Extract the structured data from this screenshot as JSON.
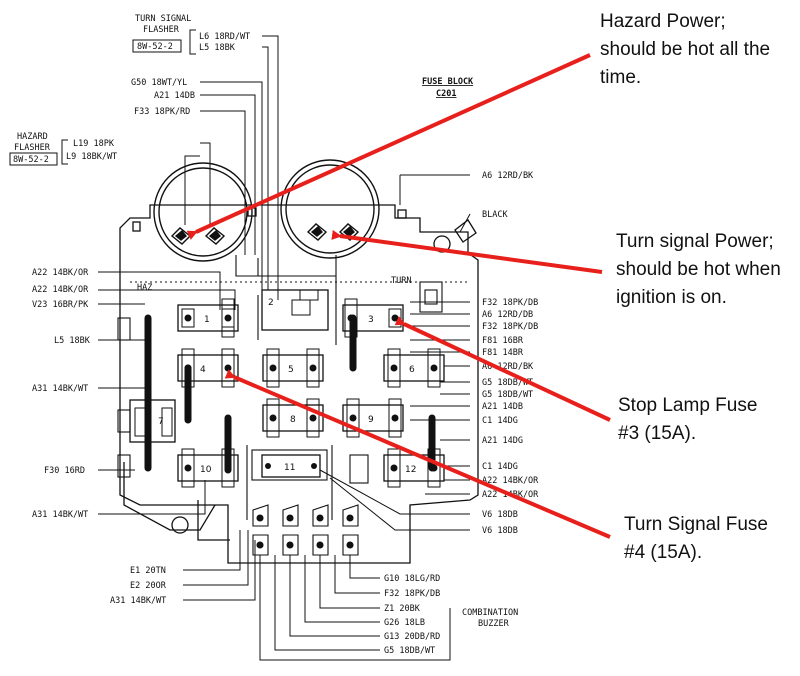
{
  "diagram": {
    "title": "FUSE BLOCK",
    "connector": "C201",
    "turn_signal_flasher": {
      "label_l1": "TURN SIGNAL",
      "label_l2": "FLASHER",
      "ref": "8W-52-2"
    },
    "hazard_flasher": {
      "label_l1": "HAZARD",
      "label_l2": "FLASHER",
      "ref": "8W-52-2"
    },
    "section_labels": {
      "haz": "HAZ",
      "turn": "TURN",
      "black": "BLACK",
      "buzzer_l1": "COMBINATION",
      "buzzer_l2": "BUZZER"
    },
    "fuse_numbers": [
      "1",
      "2",
      "3",
      "4",
      "5",
      "6",
      "7",
      "8",
      "9",
      "10",
      "11",
      "12"
    ],
    "wires": {
      "w_l6": "L6 18RD/WT",
      "w_l5_top": "L5 18BK",
      "w_g50": "G50 18WT/YL",
      "w_a21_top": "A21 14DB",
      "w_f33": "F33 18PK/RD",
      "w_l19": "L19 18PK",
      "w_l9": "L9 18BK/WT",
      "w_a6_top": "A6 12RD/BK",
      "w_a22_l1": "A22 14BK/OR",
      "w_a22_l2": "A22 14BK/OR",
      "w_v23": "V23 16BR/PK",
      "w_l5_left": "L5 18BK",
      "w_a31_l1": "A31 14BK/WT",
      "w_f30": "F30 16RD",
      "w_a31_l2": "A31 14BK/WT",
      "w_f32_r1": "F32 18PK/DB",
      "w_a6_r": "A6 12RD/DB",
      "w_f32_r2": "F32 18PK/DB",
      "w_f81_r1": "F81 16BR",
      "w_f81_r2": "F81 14BR",
      "w_a6_r2": "A6 12RD/BK",
      "w_g5_r1": "G5 18DB/WT",
      "w_g5_r2": "G5 18DB/WT",
      "w_a21_r1": "A21 14DB",
      "w_c1_r1": "C1 14DG",
      "w_a21_r2": "A21 14DG",
      "w_c1_r2": "C1 14DG",
      "w_a22_r1": "A22 14BK/OR",
      "w_a22_r2": "A22 14BK/OR",
      "w_v6_r1": "V6 18DB",
      "w_v6_r2": "V6 18DB",
      "w_e1": "E1 20TN",
      "w_e2": "E2 20OR",
      "w_a31_b": "A31 14BK/WT",
      "w_g10": "G10 18LG/RD",
      "w_f32_b": "F32 18PK/DB",
      "w_z1": "Z1 20BK",
      "w_g26": "G26 18LB",
      "w_g13": "G13 20DB/RD",
      "w_g5_b": "G5 18DB/WT"
    }
  },
  "annotations": {
    "hazard": {
      "line1": "Hazard Power;",
      "line2": "should be hot all the",
      "line3": "time."
    },
    "turn_signal": {
      "line1": "Turn signal Power;",
      "line2": "should be hot when",
      "line3": "ignition is on."
    },
    "stop_lamp": {
      "line1": "Stop Lamp Fuse",
      "line2": "#3 (15A)."
    },
    "turn_fuse": {
      "line1": "Turn Signal Fuse",
      "line2": "#4 (15A)."
    }
  },
  "colors": {
    "arrow": "#e8201c",
    "line": "#111111"
  }
}
